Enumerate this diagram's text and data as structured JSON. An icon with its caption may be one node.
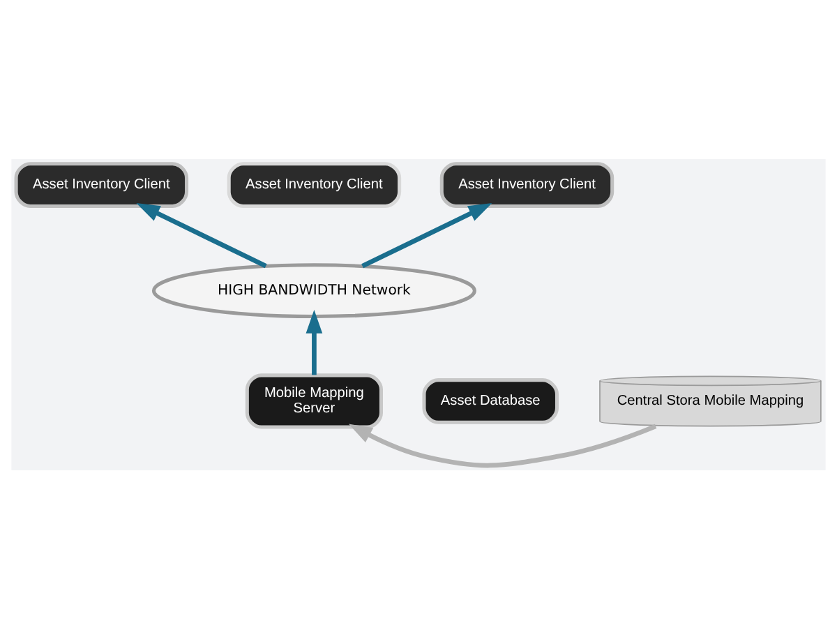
{
  "diagram": {
    "nodes": [
      {
        "text": [
          "Asset Inventory Client"
        ]
      },
      {
        "text": [
          "Asset Inventory Client"
        ]
      },
      {
        "text": [
          "Asset Inventory Client"
        ]
      },
      {
        "text": [
          "HIGH BANDWIDTH Network"
        ]
      },
      {
        "text": [
          "Mobile Mapping",
          "Server"
        ]
      },
      {
        "text": [
          "Asset Database"
        ]
      },
      {
        "text": [
          "Central Stora Mobile Mapping"
        ]
      }
    ],
    "edges": [
      {
        "from": 3,
        "to": 0,
        "arrow": "to"
      },
      {
        "from": 3,
        "to": 2,
        "arrow": "to"
      },
      {
        "from": 4,
        "to": 3,
        "arrow": "to"
      },
      {
        "from": 6,
        "to": 4,
        "arrow": "to",
        "color": "#b3b3b3"
      }
    ]
  }
}
